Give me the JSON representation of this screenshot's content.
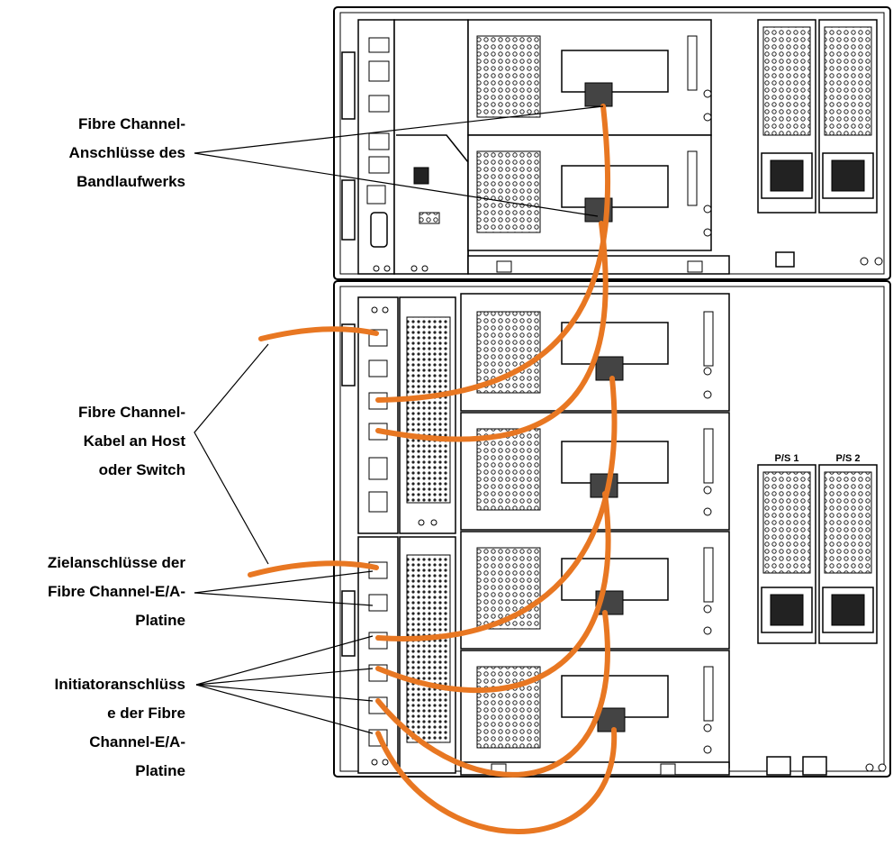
{
  "callouts": [
    {
      "id": "tape-drive-ports",
      "lines": [
        "Fibre Channel-",
        "Anschlüsse des",
        "Bandlaufwerks"
      ]
    },
    {
      "id": "host-cables",
      "lines": [
        "Fibre Channel-",
        "Kabel an Host",
        "oder Switch"
      ]
    },
    {
      "id": "target-ports",
      "lines": [
        "Zielanschlüsse der",
        "Fibre Channel-E/A-",
        "Platine"
      ]
    },
    {
      "id": "initiator-ports",
      "lines": [
        "Initiatoranschlüss",
        "e der Fibre",
        "Channel-E/A-",
        "Platine"
      ]
    }
  ],
  "power_supplies": {
    "left": "P/S 1",
    "right": "P/S 2"
  },
  "colors": {
    "cable": "#E87722",
    "line": "#000000",
    "fill": "#ffffff",
    "hatch": "#1a1a1a"
  }
}
